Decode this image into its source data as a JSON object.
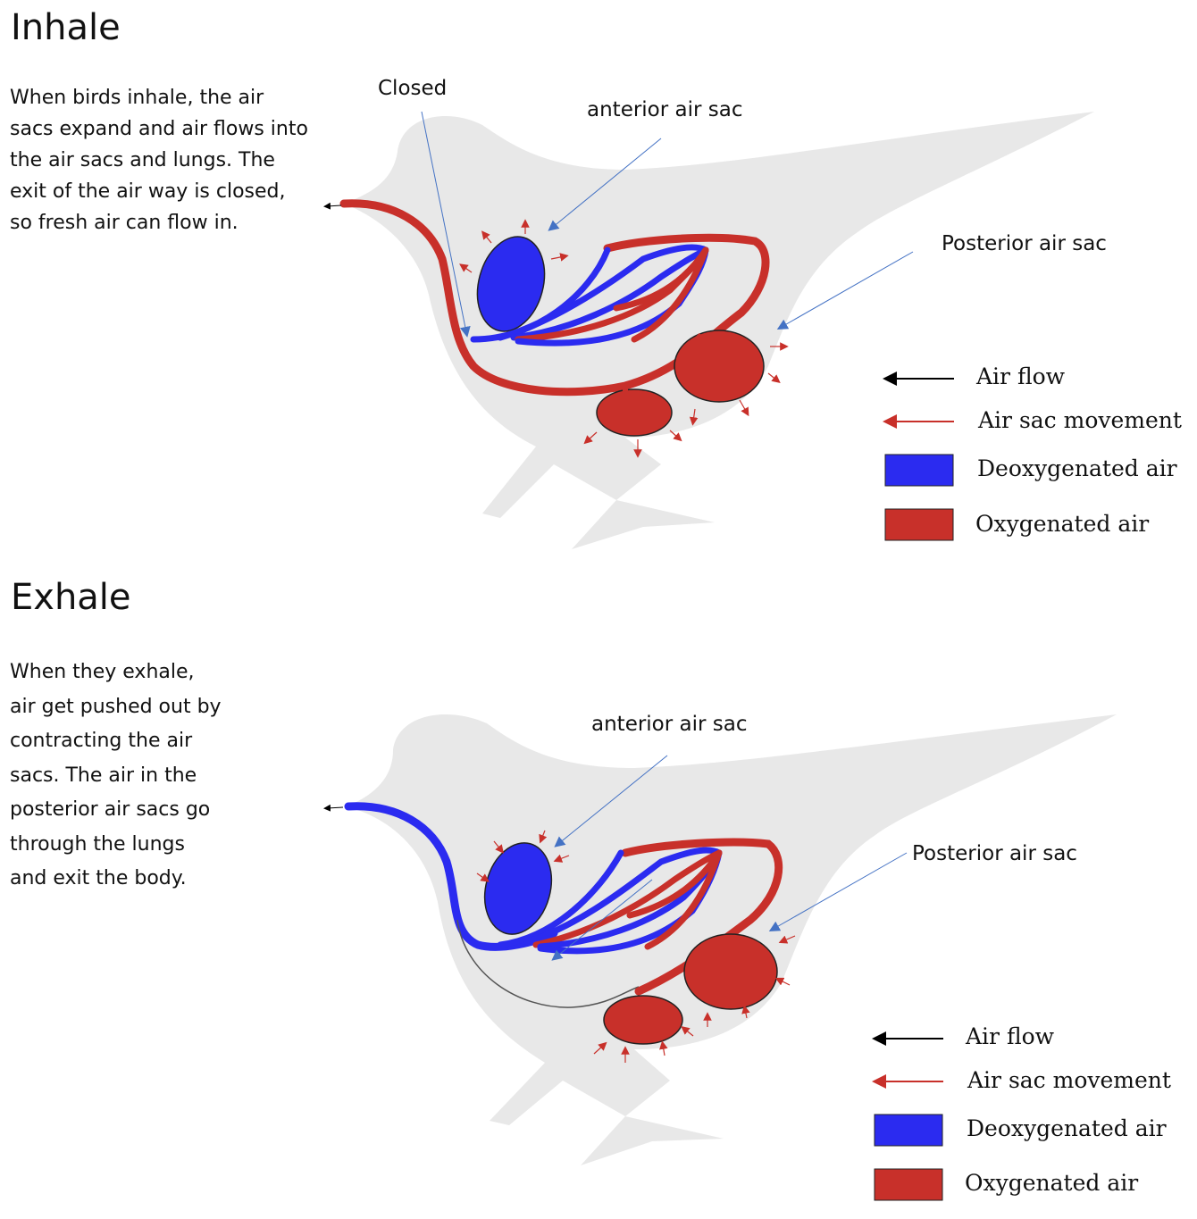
{
  "inhale": {
    "title": "Inhale",
    "description_lines": [
      "When birds inhale, the air",
      "sacs expand and air flows into",
      "the air sacs and lungs. The",
      "exit of the air way is closed,",
      "so fresh air can flow in."
    ],
    "labels": {
      "closed": "Closed",
      "anterior": "anterior air sac",
      "posterior": "Posterior air sac"
    },
    "legend": [
      "Air flow",
      "Air sac movement",
      "Deoxygenated air",
      "Oxygenated air"
    ]
  },
  "exhale": {
    "title": "Exhale",
    "description_lines": [
      "When they exhale,",
      "air get pushed out by",
      "contracting the air",
      "sacs. The air in the",
      "posterior air sacs go",
      "through the lungs",
      "and exit the body."
    ],
    "labels": {
      "anterior": "anterior air sac",
      "posterior": "Posterior air sac"
    },
    "legend": [
      "Air flow",
      "Air sac movement",
      "Deoxygenated air",
      "Oxygenated air"
    ]
  },
  "colors": {
    "oxygenated": "#c8302a",
    "deoxygenated": "#2b2bf0",
    "callout": "#4472c4",
    "bird": "#e8e8e8",
    "airflow": "#000000"
  }
}
